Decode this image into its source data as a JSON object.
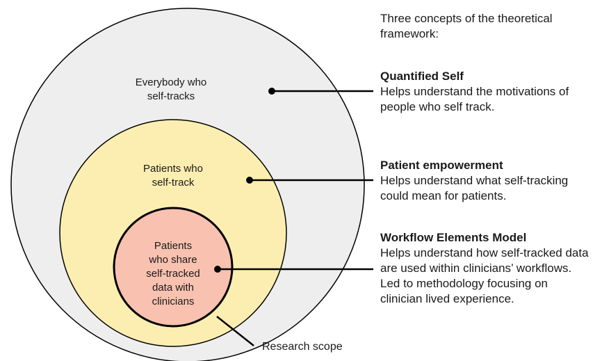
{
  "intro": {
    "line1": "Three concepts of the theoretical",
    "line2": "framework:"
  },
  "circles": {
    "outer": {
      "line1": "Everybody who",
      "line2": "self-tracks",
      "fill": "#efeeef"
    },
    "middle": {
      "line1": "Patients who",
      "line2": "self-track",
      "fill": "#fceeb1"
    },
    "inner": {
      "line1": "Patients",
      "line2": "who share",
      "line3": "self-tracked",
      "line4": "data with",
      "line5": "clinicians",
      "fill": "#f9c2b0"
    }
  },
  "scope_label": "Research scope",
  "concepts": [
    {
      "title": "Quantified Self",
      "line1": "Helps understand the motivations of",
      "line2": "people who self track."
    },
    {
      "title": "Patient empowerment",
      "line1": "Helps understand what self-tracking",
      "line2": "could mean for patients."
    },
    {
      "title": "Workflow Elements Model",
      "line1": "Helps understand how self-tracked data",
      "line2": "are used within clinicians’ workflows.",
      "line3": "Led to methodology focusing on",
      "line4": "clinician lived experience."
    }
  ],
  "colors": {
    "stroke": "#000000"
  }
}
